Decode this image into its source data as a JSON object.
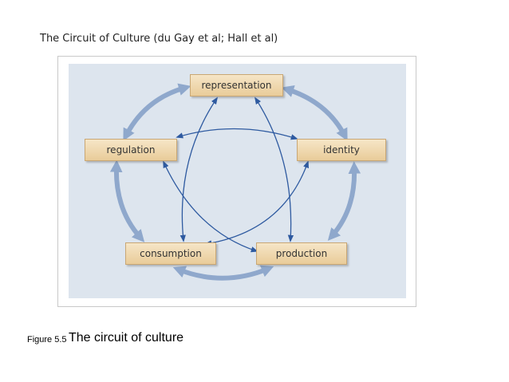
{
  "heading": "The Circuit of Culture (du Gay et al; Hall et al)",
  "diagram": {
    "nodes": {
      "representation": "representation",
      "identity": "identity",
      "production": "production",
      "consumption": "consumption",
      "regulation": "regulation"
    },
    "colors": {
      "panel": "#dde5ee",
      "node_fill": "#efd9ae",
      "outer_arrow": "#8fa8cc",
      "inner_arrow": "#2e5aa0"
    }
  },
  "caption": {
    "number": "Figure 5.5",
    "title": "The circuit of culture"
  }
}
